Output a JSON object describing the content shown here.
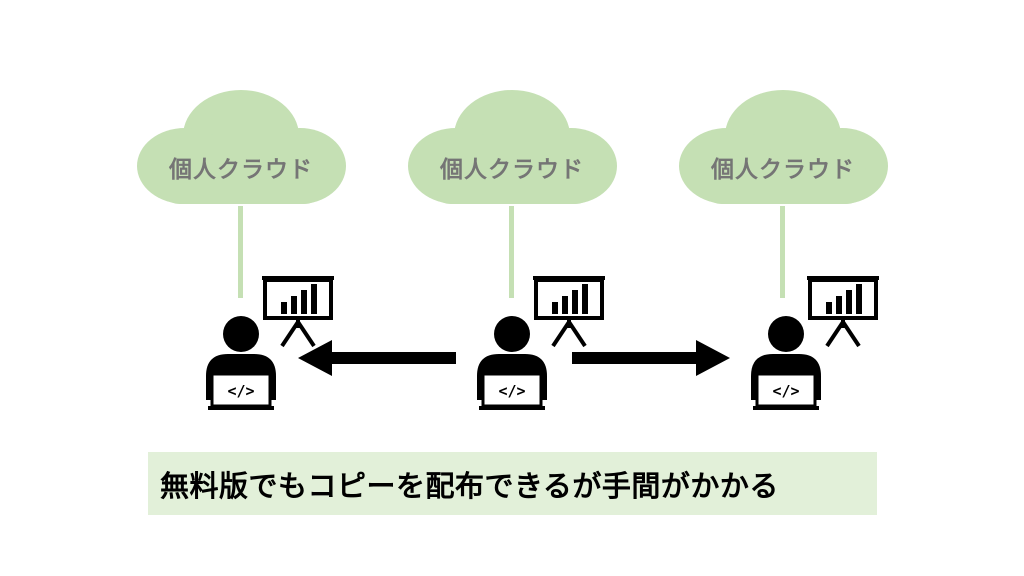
{
  "clouds": [
    {
      "label": "個人クラウド"
    },
    {
      "label": "個人クラウド"
    },
    {
      "label": "個人クラウド"
    }
  ],
  "caption": "無料版でもコピーを配布できるが手間がかかる",
  "colors": {
    "cloud_fill": "#c5e0b4",
    "cloud_text": "#757575",
    "connector": "#c5e0b4",
    "caption_bg": "#e2f0d9",
    "icon": "#000000"
  },
  "icons": [
    "cloud-icon",
    "developer-person-icon",
    "presentation-board-icon",
    "arrow-left-icon",
    "arrow-right-icon"
  ]
}
